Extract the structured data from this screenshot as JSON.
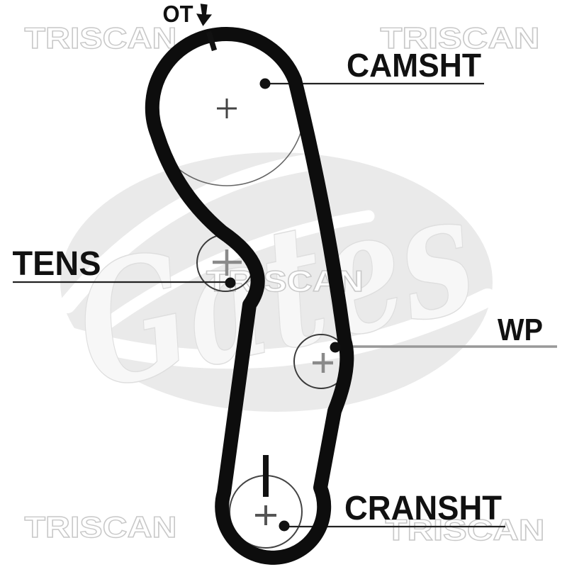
{
  "diagram": {
    "ot_mark": "OT",
    "labels": {
      "camshaft": "CAMSHT",
      "tensioner": "TENS",
      "water_pump": "WP",
      "crankshaft": "CRANSHT"
    },
    "watermarks": {
      "brand": "TRISCAN",
      "logo": "Gates"
    },
    "colors": {
      "belt": "#0d0d0d",
      "label_text": "#111111",
      "leader_dark": "#222222",
      "leader_gray": "#999999",
      "pulley_outline": "#3a3a3a",
      "cross_gray": "#8a8a8a",
      "watermark_stroke": "#c8c8c8",
      "logo_oval": "#eaeaea",
      "logo_script": "#f7f7f7"
    }
  }
}
